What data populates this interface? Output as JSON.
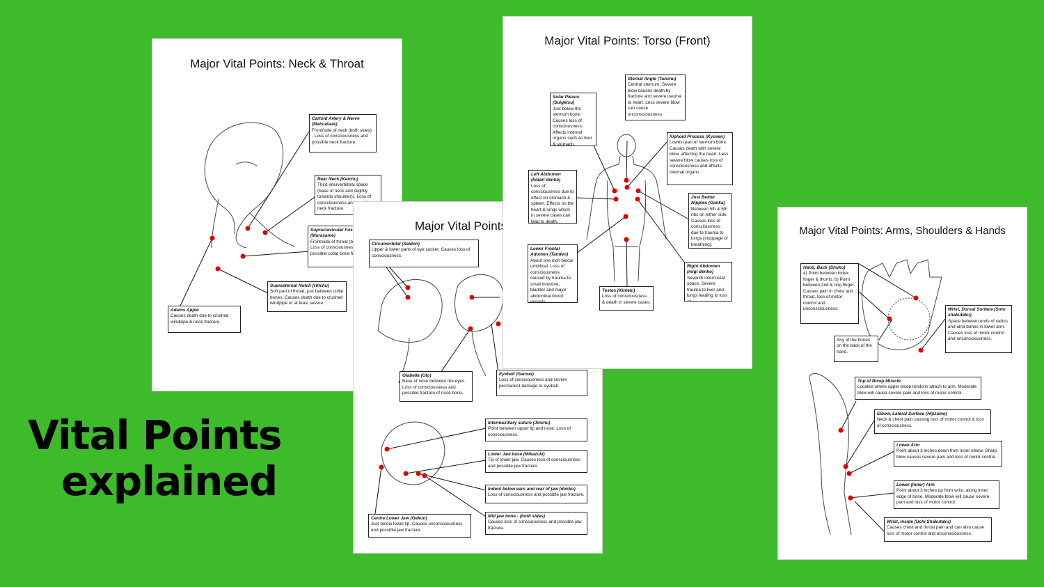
{
  "headline": {
    "line1": "Vital Points",
    "line2": "explained"
  },
  "pages": {
    "neck": {
      "title": "Major Vital Points: Neck & Throat",
      "labels": [
        {
          "name": "Cartoid Artery & Nerve (Matsukaze)",
          "desc": "Front/side of neck (both sides) - Loss of consciousness and possible neck fracture."
        },
        {
          "name": "Rear Neck (Keichu)",
          "desc": "Third intervertebral space (base of neck and slightly towards shoulder)). Loss of consciousness and possible neck fracture."
        },
        {
          "name": "Supraclavicular Fossa (Murasame)",
          "desc": "Front/side of throat (both sides) - Loss of consciousness and possible collar bone fracture."
        },
        {
          "name": "Suprasternal Notch (Hitchu)",
          "desc": "Soft part of throat, just between collar bones. Causes death due to crushed windpipe or at least severe"
        },
        {
          "name": "Adams Apple",
          "desc": "Causes death due to crushed windpipe & neck fracture."
        }
      ]
    },
    "head": {
      "title": "Major Vital Points: Head",
      "labels": [
        {
          "name": "Circumorbital (Seidon)",
          "desc": "Upper & lower parts of eye socket. Causes loss of consciousness."
        },
        {
          "name": "Glabella (Uto)",
          "desc": "Base of nose between the eyes. Loss of consciousness and possible fracture of nose bone."
        },
        {
          "name": "Eyeball (Gansei)",
          "desc": "Loss of consciousness and severe permanent damage to eyeball."
        },
        {
          "name": "Intermaxillary suture (Jinchu)",
          "desc": "Point between upper lip and nose. Loss of consciousness."
        },
        {
          "name": "Lower Jaw base (Mikazuki)",
          "desc": "Tip of lower jaw. Causes loss of consciousness and possible jaw fracture."
        },
        {
          "name": "Indent below ears and rear of jaw (dokko)",
          "desc": "Loss of consciousness and possible jaw fracture."
        },
        {
          "name": "Mid jaw bone - (both sides)",
          "desc": "Causes loss of consciousness and possible jaw fracture."
        },
        {
          "name": "Centre Lower Jaw (Gekon)",
          "desc": "Just below lower lip. Causes unconsciousness and possible jaw fracture."
        }
      ]
    },
    "torso": {
      "title": "Major Vital Points: Torso (Front)",
      "labels": [
        {
          "name": "Sternal Angle (Tanchu)",
          "desc": "Central sternum. Severe blow causes death by fracture and severe trauma to heart. Less severe blow can cause unconsciousness."
        },
        {
          "name": "Solar Plexus (Suigetsu)",
          "desc": "Just below the sternum bone. Causes loss of consciousness. Affects internal organs such as liver & stomach."
        },
        {
          "name": "Xiphoid Process (Kyosen)",
          "desc": "Lowest part of sternum bone. Causes death with severe blow, affecting the heart. Less severe blow causes loss of consciousness and affects internal organs"
        },
        {
          "name": "Left Abdomen (hidari denko)",
          "desc": "Loss of consciousness due to effect on stomach & spleen. Effects on the heart & lungs which in severe cases can lead to death."
        },
        {
          "name": "Just Below Nipples (Ganka)",
          "desc": "Between 5th & 6th ribs on either side. Causes loss of consciousness due to trauma to lungs (stoppage of breathing)."
        },
        {
          "name": "Lower Frontal Adomen (Tanden)",
          "desc": "About one inch below umbilical. Loss of consciousness caused by trauma to small intestine, bladder and major abdominal blood vessels."
        },
        {
          "name": "Right Abdomen (migi denko)",
          "desc": "Seventh intercostal space. Severe trauma to liver and lungs leading to loss of"
        },
        {
          "name": "Testes (Kinteki)",
          "desc": "Loss of consciousness & death in severe cases."
        }
      ]
    },
    "arms": {
      "title": "Major Vital Points: Arms, Shoulders & Hands",
      "labels": [
        {
          "name": "Hand, Back (Shuko)",
          "desc": "a) Point between index finger & thumb. b) Point between 2nd & ring finger. Causes pain in chest and throat, loss of motor control and unconsciousness."
        },
        {
          "name": "Wrist, Dorsal Surface (Soto shakutaku)",
          "desc": "Space between ends of radius and ulna bones in lower arm. Causes loss of motor control and unconsciousness."
        },
        {
          "name": "",
          "desc": "Any of the bones on the back of the hand."
        },
        {
          "name": "Top of Bicep Muscle",
          "desc": "Located where upper bicep tendons attach to arm. Moderate blow will cause severe pain and loss of motor control."
        },
        {
          "name": "Elbow, Lateral Surface (Hijizume)",
          "desc": "Neck & chest pain causing loss of motor control & loss of consciousness."
        },
        {
          "name": "Lower Arm",
          "desc": "Point about 3 inches down from inner elbow. Sharp blow causes severe pain and loss of motor control."
        },
        {
          "name": "Lower (Inner) Arm",
          "desc": "Point about 3 inches up from wrist, along inner edge of bone. Moderate blow will cause severe pain and loss of motor control."
        },
        {
          "name": "Wrist, Inside (Uchi Shakutaku)",
          "desc": "Causes chest and throat pain and can also cause loss of motor control and unconsciousness."
        }
      ]
    }
  },
  "colors": {
    "background": "#3dbb2b",
    "point": "#e00000"
  }
}
